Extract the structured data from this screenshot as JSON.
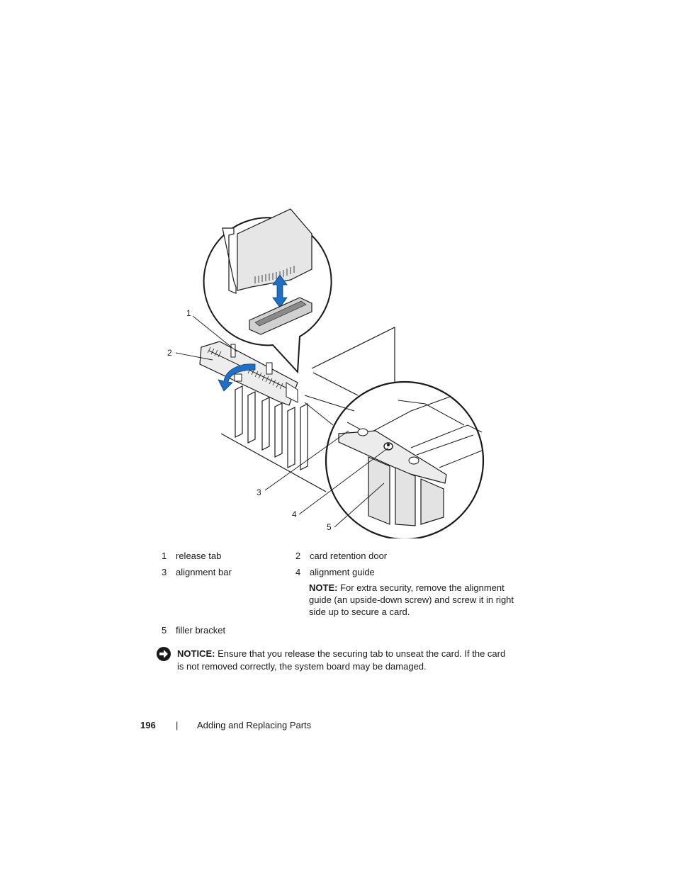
{
  "figure": {
    "callouts": [
      "1",
      "2",
      "3",
      "4",
      "5"
    ]
  },
  "legend": {
    "items": [
      {
        "num": "1",
        "label": "release tab"
      },
      {
        "num": "2",
        "label": "card retention door"
      },
      {
        "num": "3",
        "label": "alignment bar"
      },
      {
        "num": "4",
        "label": "alignment guide"
      },
      {
        "num": "5",
        "label": "filler bracket"
      }
    ],
    "note_label": "NOTE:",
    "note_text": "For extra security, remove the alignment guide (an upside-down screw) and screw it in right side up to secure a card."
  },
  "notice": {
    "label": "NOTICE:",
    "text": "Ensure that you release the securing tab to unseat the card. If the card is not removed correctly, the system board may be damaged."
  },
  "footer": {
    "page_number": "196",
    "separator": "|",
    "section_title": "Adding and Replacing Parts"
  },
  "colors": {
    "arrow_blue": "#1f6fc4",
    "line": "#1a1a1a",
    "gray_fill": "#e6e6e6"
  }
}
